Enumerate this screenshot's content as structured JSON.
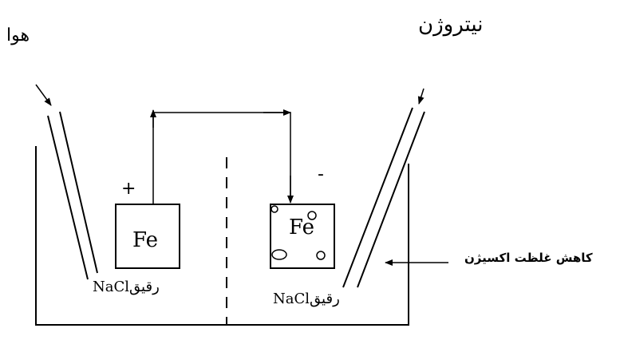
{
  "labels": {
    "air": "هوا",
    "nitrogen": "نیتروژن",
    "oxygen_reduction": "کاهش غلظت اکسیژن"
  },
  "electrodes": {
    "anode": {
      "label": "Fe",
      "sign": "+"
    },
    "cathode": {
      "label": "Fe",
      "sign": "-"
    }
  },
  "solution": {
    "left": "NaClرقیق",
    "right": "NaClرقیق"
  }
}
